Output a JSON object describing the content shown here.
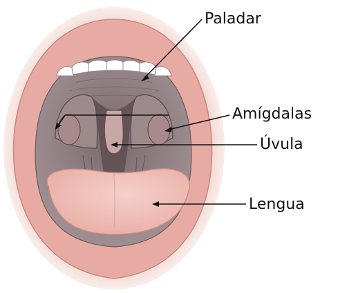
{
  "labels": {
    "palate": "Paladar",
    "tonsils": "Amígdalas",
    "uvula": "Úvula",
    "tongue": "Lengua"
  },
  "colors": {
    "lip": "#e7aba3",
    "lip_shadow": "#cf8e86",
    "skin": "#f2d3cc",
    "mouth_cavity": "#8c7a7c",
    "throat_dark": "#5e4e52",
    "teeth": "#ffffff",
    "tongue": "#f3c4bd",
    "line": "#111111"
  }
}
